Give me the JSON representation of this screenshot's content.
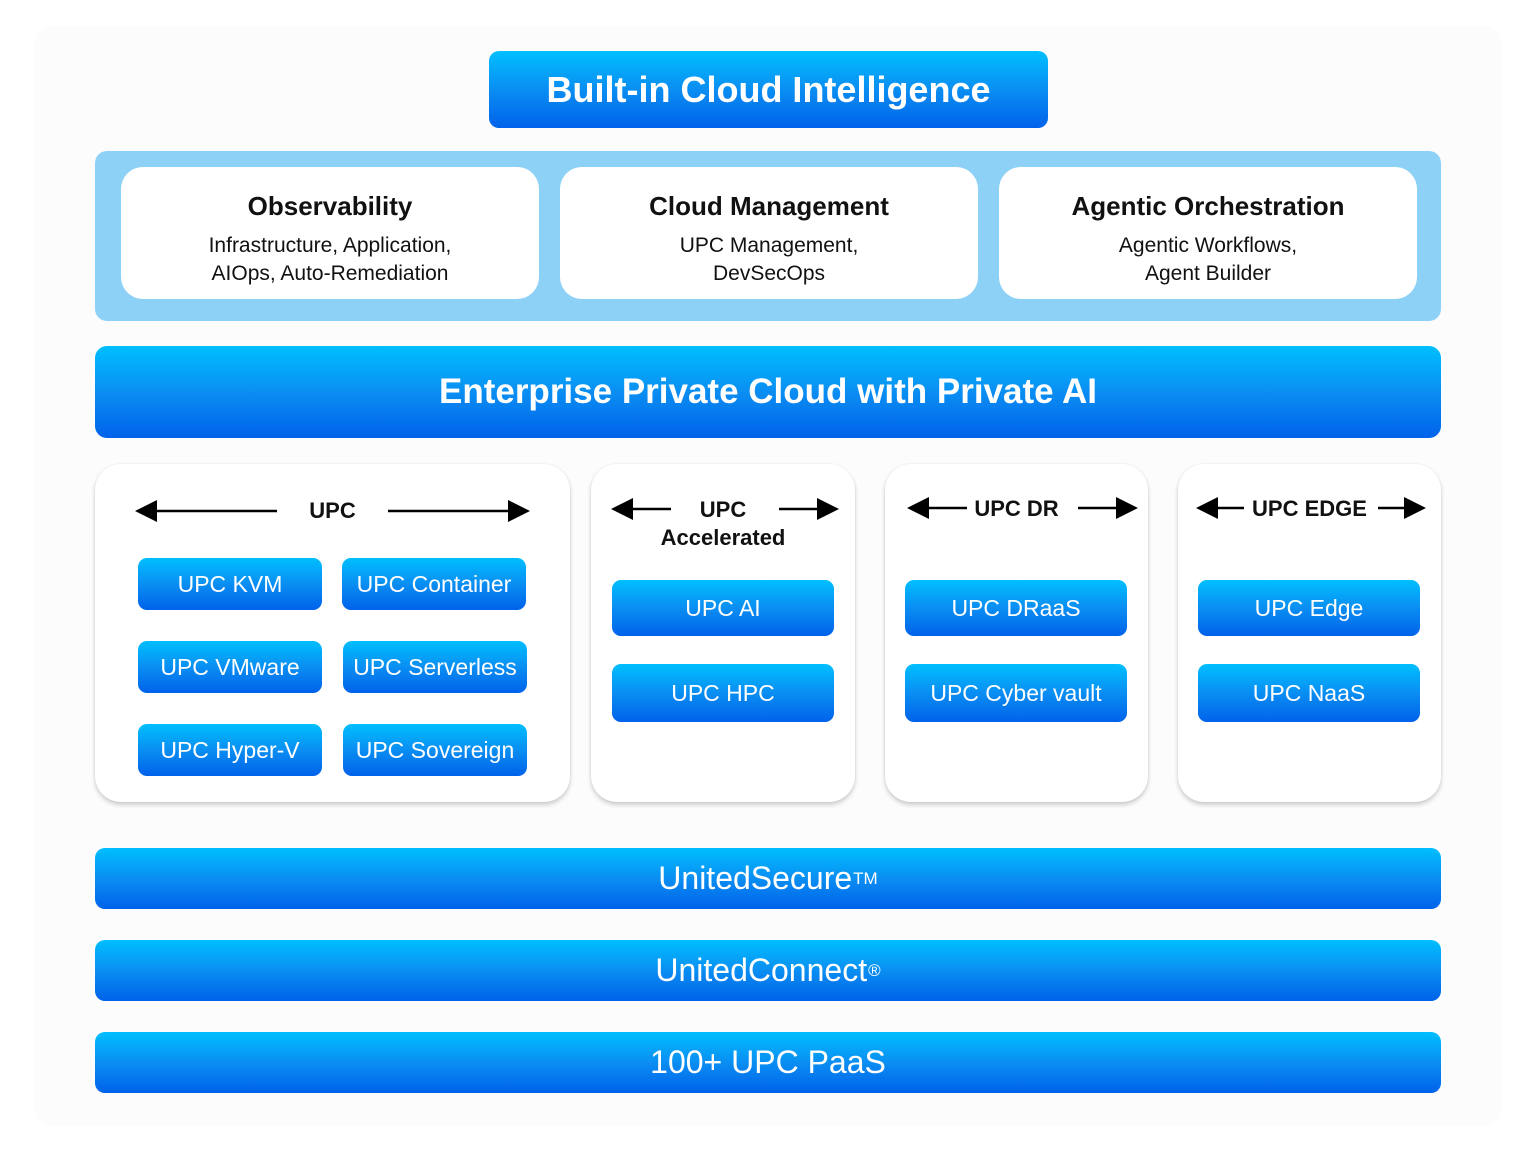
{
  "title": "Built-in Cloud Intelligence",
  "intelligence": [
    {
      "title": "Observability",
      "lines": [
        "Infrastructure, Application,",
        "AIOps, Auto-Remediation"
      ]
    },
    {
      "title": "Cloud Management",
      "lines": [
        "UPC Management,",
        "DevSecOps"
      ]
    },
    {
      "title": "Agentic Orchestration",
      "lines": [
        "Agentic Workflows,",
        "Agent Builder"
      ]
    }
  ],
  "platform_bar": "Enterprise Private Cloud with Private AI",
  "columns": [
    {
      "heading": "UPC",
      "items": [
        "UPC KVM",
        "UPC Container",
        "UPC VMware",
        "UPC Serverless",
        "UPC Hyper-V",
        "UPC Sovereign"
      ]
    },
    {
      "heading_lines": [
        "UPC",
        "Accelerated"
      ],
      "items": [
        "UPC AI",
        "UPC HPC"
      ]
    },
    {
      "heading": "UPC DR",
      "items": [
        "UPC DRaaS",
        "UPC Cyber vault"
      ]
    },
    {
      "heading": "UPC EDGE",
      "items": [
        "UPC Edge",
        "UPC NaaS"
      ]
    }
  ],
  "foundation": [
    {
      "label": "UnitedSecure",
      "mark": "TM"
    },
    {
      "label": "UnitedConnect",
      "mark": "®"
    },
    {
      "label": "100+ UPC PaaS",
      "mark": ""
    }
  ],
  "colors": {
    "gradient_top": "#00bfff",
    "gradient_bottom": "#0062ea",
    "panel_light_blue": "#8ed1f7",
    "text_dark": "#111111"
  }
}
